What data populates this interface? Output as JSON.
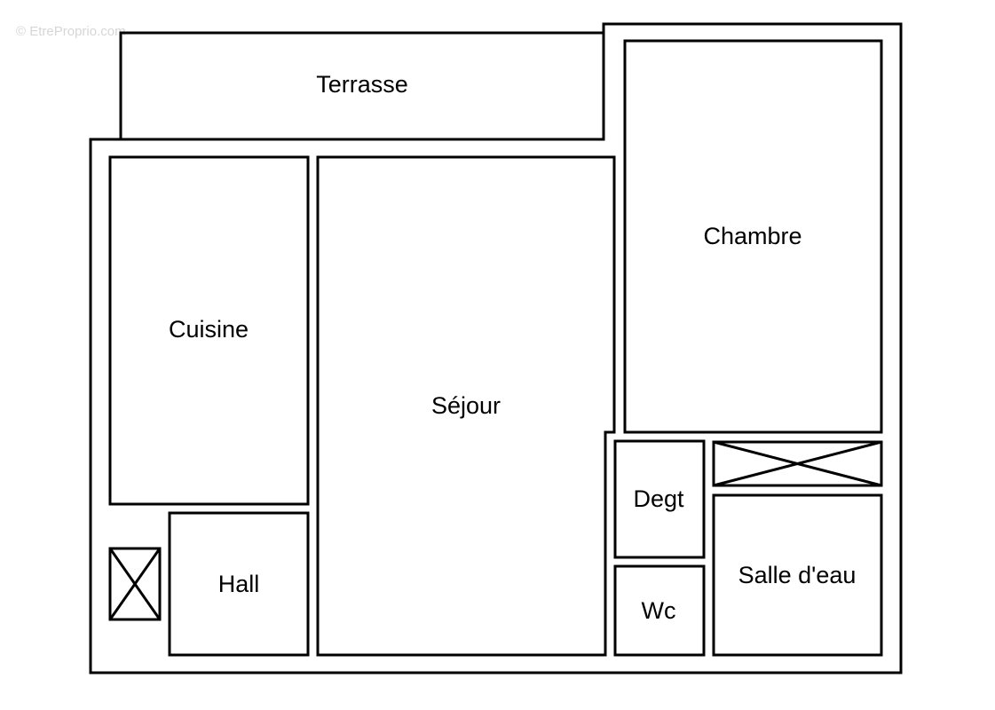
{
  "watermark": "© EtreProprio.com",
  "rooms": {
    "terrasse": "Terrasse",
    "chambre": "Chambre",
    "cuisine": "Cuisine",
    "sejour": "Séjour",
    "hall": "Hall",
    "degt": "Degt",
    "wc": "Wc",
    "salle_deau": "Salle d'eau"
  },
  "colors": {
    "wall": "#000000",
    "background": "#ffffff",
    "watermark": "#d6d6d6"
  }
}
